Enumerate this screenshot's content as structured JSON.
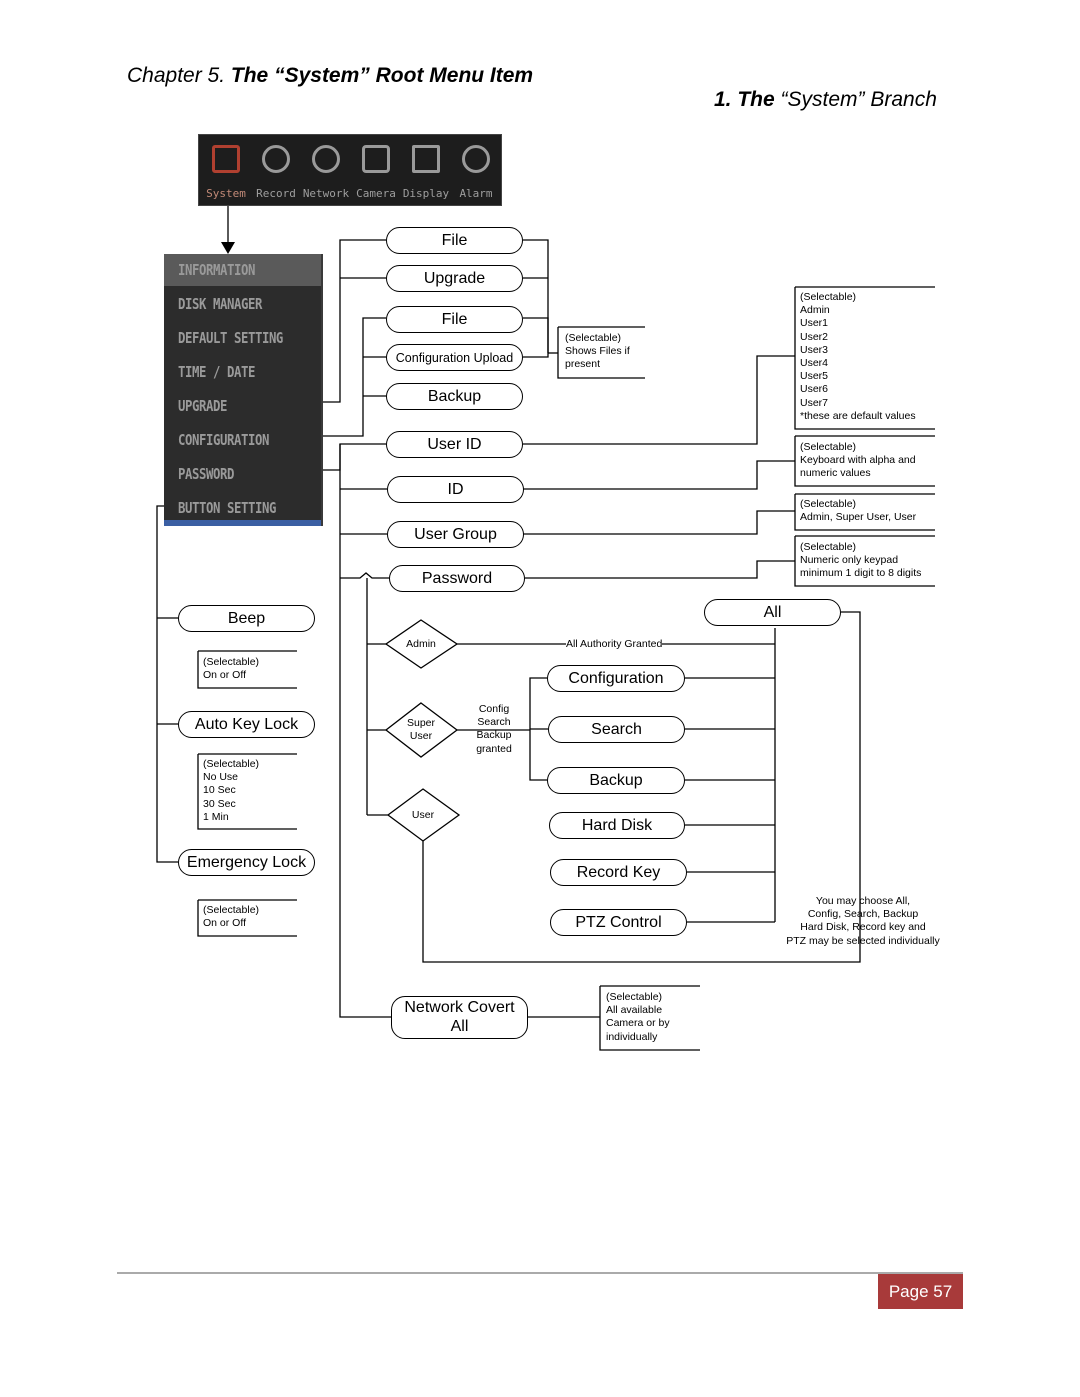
{
  "header": {
    "chapter_prefix": "Chapter 5. ",
    "chapter_title": "The “System” Root Menu Item",
    "section_num": "1. The ",
    "section_title": "“System” Branch"
  },
  "menu_bar": {
    "items": [
      {
        "label": "System",
        "icon": "system-icon"
      },
      {
        "label": "Record",
        "icon": "film-reel-icon"
      },
      {
        "label": "Network",
        "icon": "globe-icon"
      },
      {
        "label": "Camera",
        "icon": "camera-icon"
      },
      {
        "label": "Display",
        "icon": "monitor-icon"
      },
      {
        "label": "Alarm",
        "icon": "alarm-icon"
      }
    ]
  },
  "side_menu": {
    "items": [
      "INFORMATION",
      "DISK MANAGER",
      "DEFAULT SETTING",
      "TIME / DATE",
      "UPGRADE",
      "CONFIGURATION",
      "PASSWORD",
      "BUTTON SETTING"
    ]
  },
  "nodes": {
    "file1": "File",
    "upgrade": "Upgrade",
    "file2": "File",
    "config_upload": "Configuration Upload",
    "backup1": "Backup",
    "user_id": "User ID",
    "id": "ID",
    "user_group": "User Group",
    "password": "Password",
    "all": "All",
    "configuration": "Configuration",
    "search": "Search",
    "backup2": "Backup",
    "hard_disk": "Hard Disk",
    "record_key": "Record Key",
    "ptz_control": "PTZ Control",
    "beep": "Beep",
    "auto_key_lock": "Auto Key Lock",
    "emergency_lock": "Emergency Lock",
    "network_covert_line1": "Network Covert",
    "network_covert_line2": "All"
  },
  "diamonds": {
    "admin": "Admin",
    "super_user": "Super\nUser",
    "user": "User"
  },
  "notes": {
    "config_files": "(Selectable)\nShows Files if\npresent",
    "user_id_values": "(Selectable)\nAdmin\nUser1\nUser2\nUser3\nUser4\nUser5\nUser6\nUser7\n*these are default values",
    "id_values": "(Selectable)\nKeyboard with alpha and\nnumeric values",
    "group_values": "(Selectable)\nAdmin, Super User, User",
    "password_values": "(Selectable)\nNumeric only keypad\nminimum 1 digit to 8 digits",
    "all_authority": "All Authority Granted",
    "super_granted": "Config\nSearch\nBackup\ngranted",
    "beep_values": "(Selectable)\nOn or Off",
    "auto_lock_values": "(Selectable)\nNo Use\n10 Sec\n30 Sec\n1 Min",
    "emergency_values": "(Selectable)\nOn or Off",
    "choose_all": "You may choose All,\nConfig, Search, Backup\nHard Disk, Record key and\nPTZ may be selected individually",
    "network_covert_values": "(Selectable)\nAll available\nCamera or by\nindividually"
  },
  "footer": {
    "page": "Page 57",
    "badge_color": "#a83a3a"
  }
}
